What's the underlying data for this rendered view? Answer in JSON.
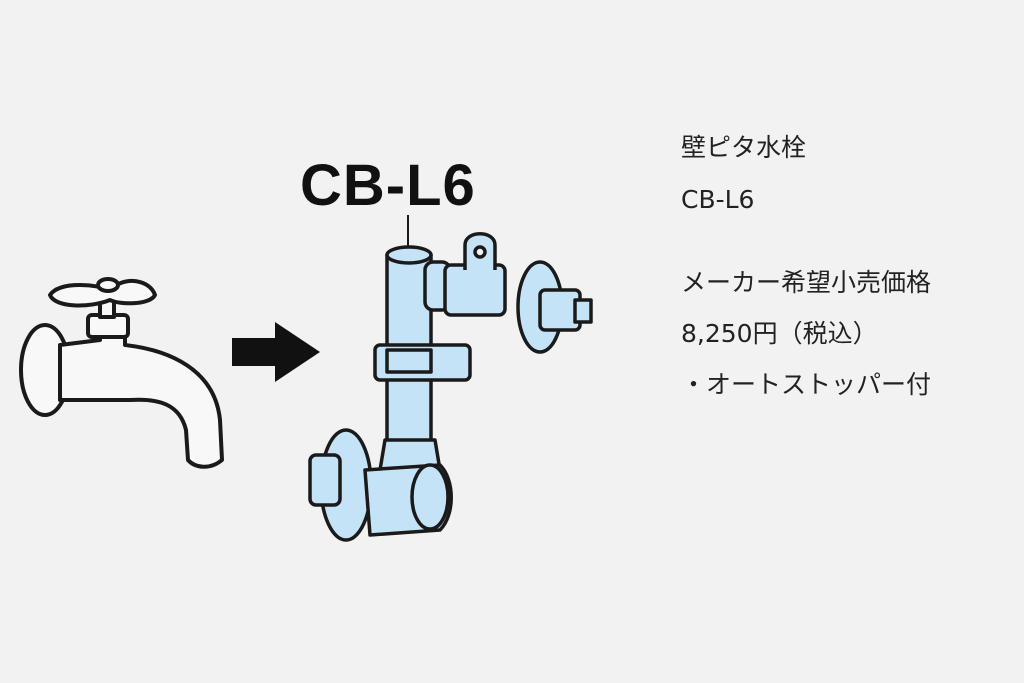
{
  "illustration": {
    "model_label": "CB-L6",
    "fill_color": "#c5e3f6",
    "line_color": "#1a1a1a",
    "background": "#f2f2f2"
  },
  "info": {
    "product_name": "壁ピタ水栓",
    "model": "CB-L6",
    "price_label": "メーカー希望小売価格",
    "price": "8,250円（税込）",
    "feature": "・オートストッパー付"
  }
}
